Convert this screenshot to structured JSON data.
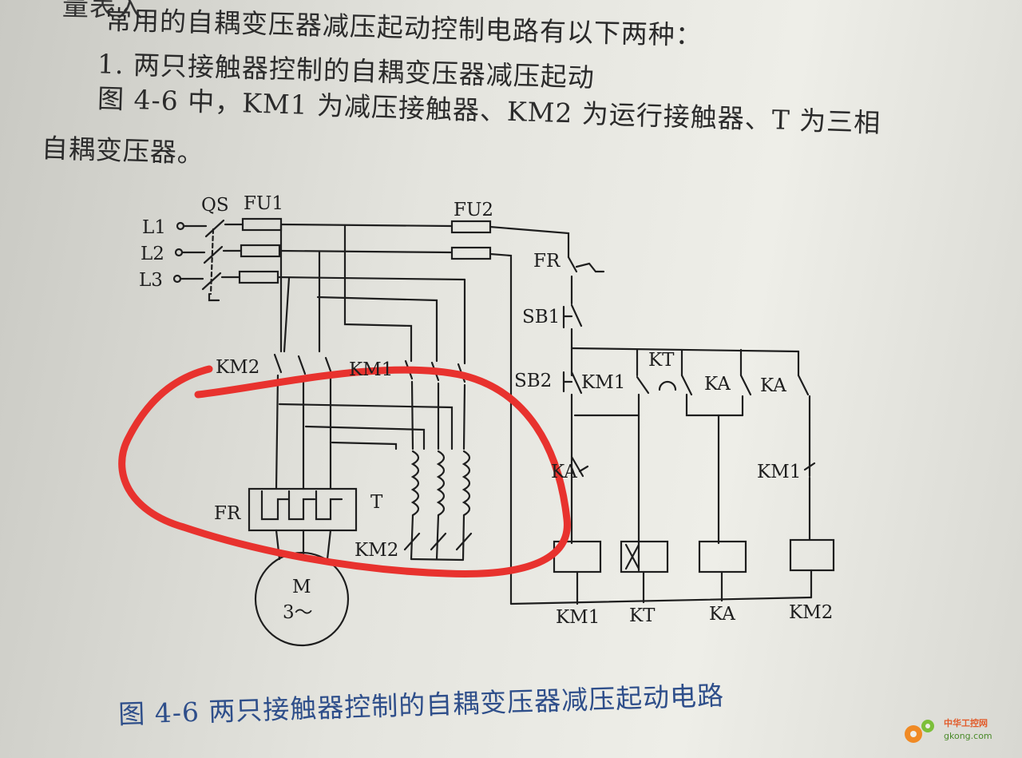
{
  "document": {
    "lines": [
      "量表入",
      "常用的自耦变压器减压起动控制电路有以下两种：",
      "1. 两只接触器控制的自耦变压器减压起动",
      "图 4-6 中，KM1 为减压接触器、KM2 为运行接触器、T 为三相",
      "自耦变压器。"
    ],
    "caption": "图 4-6   两只接触器控制的自耦变压器减压起动电路"
  },
  "diagram": {
    "labels": {
      "qs": "QS",
      "fu1": "FU1",
      "fu2": "FU2",
      "l1": "L1",
      "l2": "L2",
      "l3": "L3",
      "fr_ctrl": "FR",
      "sb1": "SB1",
      "sb2": "SB2",
      "km2_main": "KM2",
      "km1_main": "KM1",
      "km1_aux": "KM1",
      "kt_contact": "KT",
      "ka_contact1": "KA",
      "ka_contact2": "KA",
      "ka_nc": "KA",
      "km1_nc": "KM1",
      "fr_relay": "FR",
      "transformer": "T",
      "km2_lower": "KM2",
      "motor_m": "M",
      "motor_3": "3～",
      "coil_km1": "KM1",
      "coil_kt": "KT",
      "coil_ka": "KA",
      "coil_km2": "KM2"
    }
  },
  "annotation": {
    "color": "#e8322e"
  },
  "watermark": {
    "text1": "中华工控网",
    "text2": "gkong.com"
  }
}
